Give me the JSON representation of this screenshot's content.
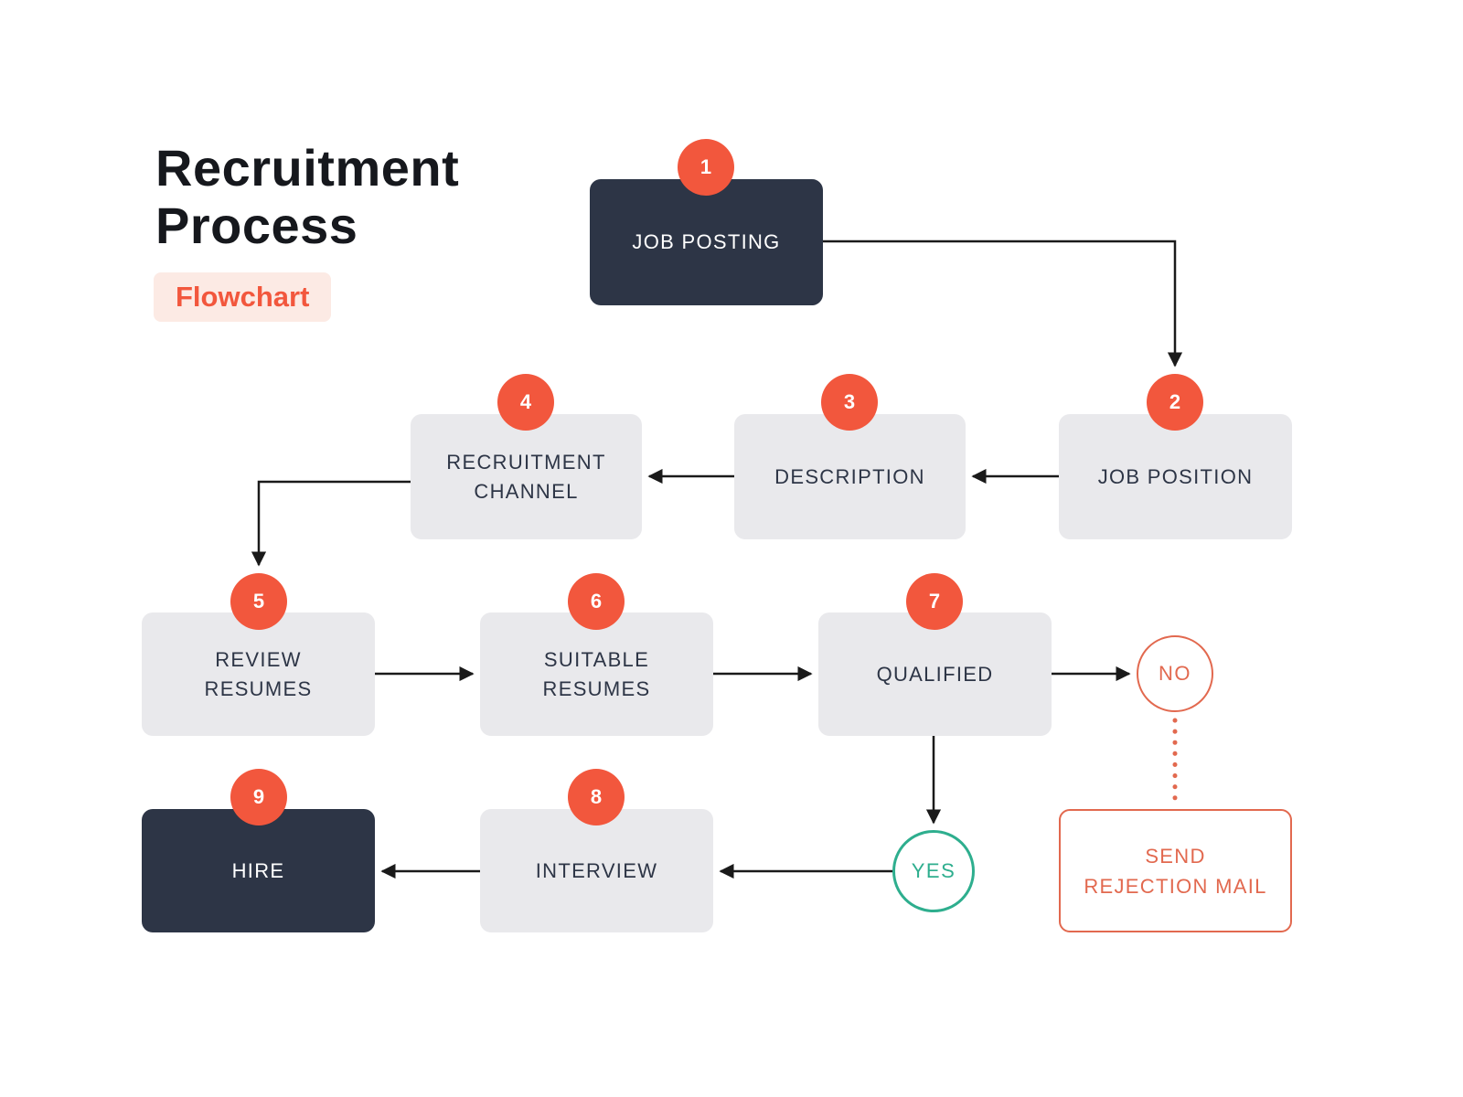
{
  "header": {
    "title": "Recruitment Process",
    "badge": "Flowchart"
  },
  "nodes": {
    "job_posting": {
      "number": "1",
      "label": "JOB POSTING"
    },
    "job_position": {
      "number": "2",
      "label": "JOB POSITION"
    },
    "description": {
      "number": "3",
      "label": "DESCRIPTION"
    },
    "recruitment_channel": {
      "number": "4",
      "label": "RECRUITMENT CHANNEL"
    },
    "review_resumes": {
      "number": "5",
      "label": "REVIEW RESUMES"
    },
    "suitable_resumes": {
      "number": "6",
      "label": "SUITABLE RESUMES"
    },
    "qualified": {
      "number": "7",
      "label": "QUALIFIED"
    },
    "interview": {
      "number": "8",
      "label": "INTERVIEW"
    },
    "hire": {
      "number": "9",
      "label": "HIRE"
    }
  },
  "decisions": {
    "no": "NO",
    "yes": "YES"
  },
  "outcomes": {
    "send_rejection_mail": "SEND REJECTION MAIL"
  },
  "colors": {
    "accent_orange": "#F2573D",
    "outline_orange": "#E2694F",
    "dark_navy": "#2D3546",
    "light_gray": "#E9E9EC",
    "green": "#2EAE8E",
    "badge_background": "#FCEAE4",
    "connector_black": "#1A1A1A"
  }
}
